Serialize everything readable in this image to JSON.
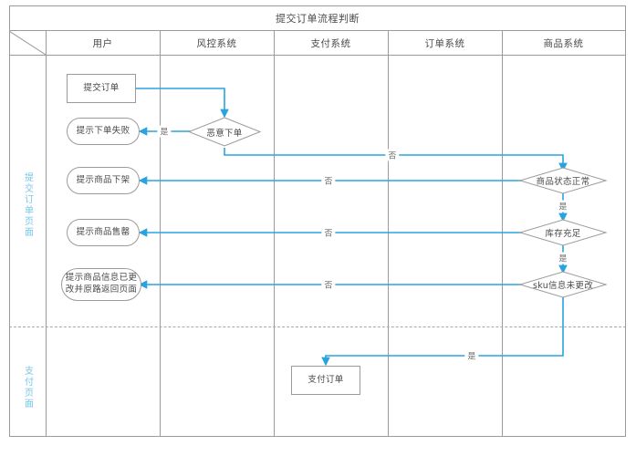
{
  "diagram": {
    "title": "提交订单流程判断",
    "columns": [
      {
        "label": "用户"
      },
      {
        "label": "风控系统"
      },
      {
        "label": "支付系统"
      },
      {
        "label": "订单系统"
      },
      {
        "label": "商品系统"
      }
    ],
    "phases": [
      {
        "label": "提交订单页面",
        "color": "#79c7e8"
      },
      {
        "label": "支付页面",
        "color": "#79c7e8"
      }
    ],
    "nodes": [
      {
        "id": "submit-order",
        "label": "提交订单",
        "shape": "rect"
      },
      {
        "id": "tip-order-failed",
        "label": "提示下单失败",
        "shape": "round"
      },
      {
        "id": "tip-product-offline",
        "label": "提示商品下架",
        "shape": "round"
      },
      {
        "id": "tip-product-soldout",
        "label": "提示商品售罄",
        "shape": "round"
      },
      {
        "id": "tip-product-changed-line1",
        "label": "提示商品信息已更",
        "shape": "round"
      },
      {
        "id": "tip-product-changed-line2",
        "label": "改并原路返回页面",
        "shape": "round"
      },
      {
        "id": "decision-malicious",
        "label": "恶意下单",
        "shape": "diamond"
      },
      {
        "id": "decision-status-normal",
        "label": "商品状态正常",
        "shape": "diamond"
      },
      {
        "id": "decision-stock-enough",
        "label": "库存充足",
        "shape": "diamond"
      },
      {
        "id": "decision-sku-unchanged",
        "label": "sku信息未更改",
        "shape": "diamond"
      },
      {
        "id": "pay-order",
        "label": "支付订单",
        "shape": "rect"
      }
    ],
    "edge_labels": {
      "yes": "是",
      "no": "否"
    },
    "edges": [
      {
        "from": "decision-malicious",
        "to": "tip-order-failed",
        "label": "是"
      },
      {
        "from": "decision-malicious",
        "to": "decision-status-normal",
        "label": "否"
      },
      {
        "from": "decision-status-normal",
        "to": "tip-product-offline",
        "label": "否"
      },
      {
        "from": "decision-status-normal",
        "to": "decision-stock-enough",
        "label": "是"
      },
      {
        "from": "decision-stock-enough",
        "to": "tip-product-soldout",
        "label": "否"
      },
      {
        "from": "decision-stock-enough",
        "to": "decision-sku-unchanged",
        "label": "是"
      },
      {
        "from": "decision-sku-unchanged",
        "to": "tip-product-changed",
        "label": "否"
      },
      {
        "from": "decision-sku-unchanged",
        "to": "pay-order",
        "label": "是"
      }
    ],
    "colors": {
      "connector": "#29a3e0",
      "border": "#9b9b9b",
      "text": "#4a4a4a",
      "phase": "#79c7e8"
    }
  }
}
